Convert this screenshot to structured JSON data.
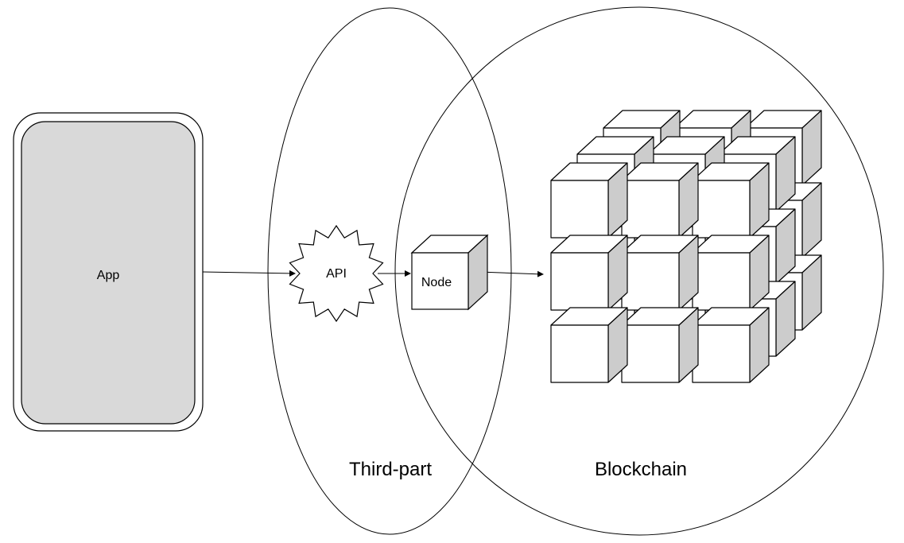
{
  "nodes": {
    "app": "App",
    "api": "API",
    "node": "Node"
  },
  "regions": {
    "third_party": "Third-part",
    "blockchain": "Blockchain"
  },
  "colors": {
    "stroke": "#000000",
    "fill_light": "#ffffff",
    "fill_gray": "#d9d9d9",
    "cube_side": "#cccccc"
  }
}
